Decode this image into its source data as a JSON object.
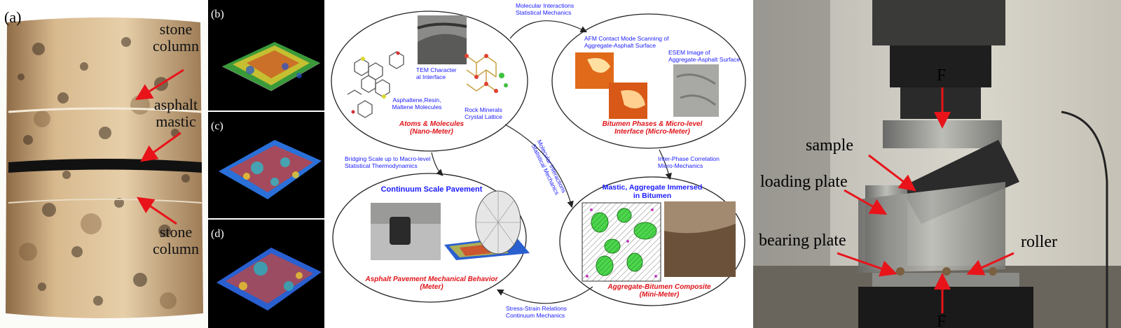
{
  "panel_a": {
    "label": "(a)",
    "annotations": {
      "stone_column_top": "stone\ncolumn",
      "asphalt_mastic": "asphalt\nmastic",
      "stone_column_bottom": "stone\ncolumn"
    }
  },
  "panels_surface": [
    {
      "label": "(b)"
    },
    {
      "label": "(c)"
    },
    {
      "label": "(d)"
    }
  ],
  "diagram": {
    "top_arrow": [
      "Molecular Interactions",
      "Statistical Mechanics"
    ],
    "left_arrow": [
      "Bridging Scale up to Macro-level",
      "Statistical Thermodynamics"
    ],
    "right_arrow": [
      "Inter-Phase Correlation",
      "Micro-Mechanics"
    ],
    "diagonal_arrow": [
      "Molecular Interactions",
      "Statistical Mechanics"
    ],
    "bottom_arrow": [
      "Stress-Strain Relations",
      "Continuum Mechanics"
    ],
    "nano": {
      "tem_label": [
        "TEM Character",
        "al Interface"
      ],
      "molecules_label": [
        "Asphaltene,Resin,",
        "Maltene Molecules"
      ],
      "minerals_label": [
        "Rock Minerals",
        "Crystal Lattice"
      ],
      "title": [
        "Atoms & Molecules",
        "(Nano-Meter)"
      ]
    },
    "micro": {
      "afm_label": [
        "AFM Contact Mode Scanning of",
        "Aggregate-Asphalt Surface"
      ],
      "esem_label": [
        "ESEM Image of",
        "Aggregate-Asphalt Surface"
      ],
      "title": [
        "Bitumen Phases & Micro-level",
        "Interface (Micro-Meter)"
      ]
    },
    "macro": {
      "heading": "Continuum Scale Pavement",
      "title": [
        "Asphalt Pavement Mechanical Behavior",
        "(Meter)"
      ]
    },
    "mini": {
      "heading": [
        "Mastic, Aggregate Immersed",
        "in Bitumen"
      ],
      "title": [
        "Aggregate-Bitumen Composite",
        "(Mini-Meter)"
      ]
    }
  },
  "panel_rig": {
    "force_top": "F",
    "force_bottom": "F",
    "sample": "sample",
    "loading_plate": "loading plate",
    "bearing_plate": "bearing plate",
    "roller": "roller"
  },
  "colors": {
    "diagram_text": "#1a1aff",
    "scale_title": "#e0141a",
    "annotation_arrow": "#e8141a"
  }
}
